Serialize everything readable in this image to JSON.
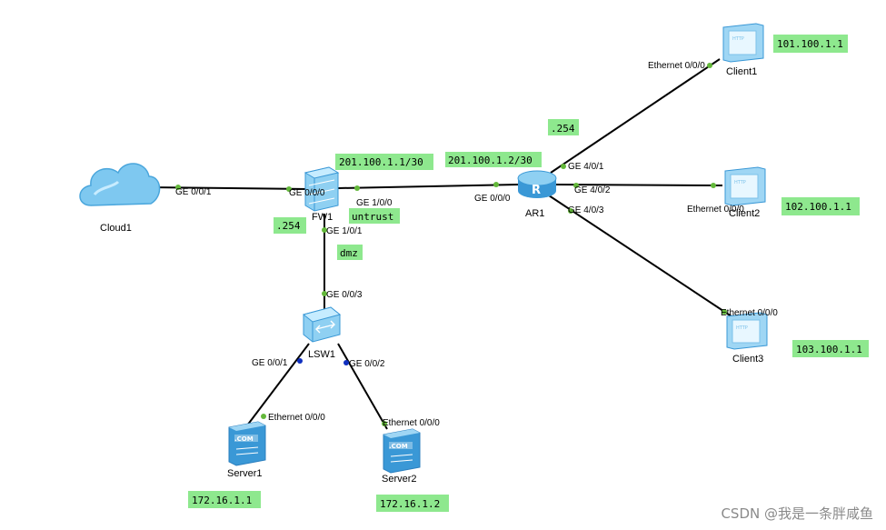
{
  "diagram": {
    "devices": {
      "cloud1": "Cloud1",
      "fw1": "FW1",
      "ar1": "AR1",
      "lsw1": "LSW1",
      "client1": "Client1",
      "client2": "Client2",
      "client3": "Client3",
      "server1": "Server1",
      "server2": "Server2"
    },
    "ports": {
      "cloud1_ge001": "GE 0/0/1",
      "fw1_ge000": "GE 0/0/0",
      "fw1_ge100": "GE 1/0/0",
      "fw1_ge101": "GE 1/0/1",
      "ar1_ge000": "GE 0/0/0",
      "ar1_ge401": "GE 4/0/1",
      "ar1_ge402": "GE 4/0/2",
      "ar1_ge403": "GE 4/0/3",
      "lsw1_ge003": "GE 0/0/3",
      "lsw1_ge001": "GE 0/0/1",
      "lsw1_ge002": "GE 0/0/2",
      "client1_eth": "Ethernet 0/0/0",
      "client2_eth": "Ethernet 0/0/0",
      "client3_eth": "Ethernet 0/0/0",
      "server1_eth": "Ethernet 0/0/0",
      "server2_eth": "Ethernet 0/0/0"
    },
    "notes": {
      "fw_wan_ip": "201.100.1.1/30",
      "ar_wan_ip": "201.100.1.2/30",
      "fw_dmz_gw": ".254",
      "ar_client1_gw": ".254",
      "untrust": "untrust",
      "dmz": "dmz",
      "client1_ip": "101.100.1.1",
      "client2_ip": "102.100.1.1",
      "client3_ip": "103.100.1.1",
      "server1_ip": "172.16.1.1",
      "server2_ip": "172.16.1.2"
    },
    "icon_labels": {
      "server_com": ".COM",
      "router_r": "R",
      "client_http": "HTTP"
    },
    "colors": {
      "note_bg": "#8ee88e",
      "link": "#000000",
      "port_up": "#63b83a",
      "port_down": "#1030c0",
      "device_blue": "#3aa0e0"
    }
  },
  "watermark": "CSDN @我是一条胖咸鱼"
}
